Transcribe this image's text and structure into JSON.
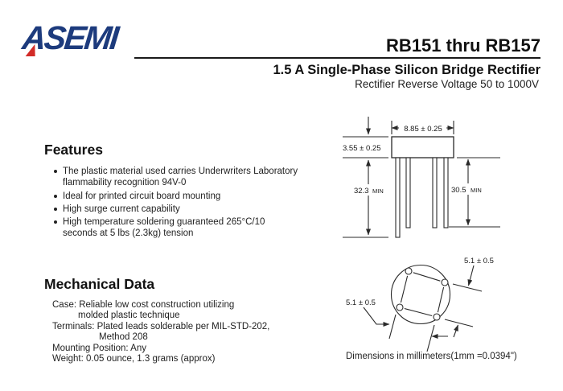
{
  "brand": {
    "logo_text": "ASEMI"
  },
  "header": {
    "part_range": "RB151 thru RB157",
    "title": "1.5 A Single-Phase Silicon Bridge Rectifier",
    "subtitle": "Rectifier Reverse Voltage 50 to 1000V"
  },
  "features": {
    "heading": "Features",
    "items": [
      {
        "lines": [
          "The plastic material used carries Underwriters Laboratory",
          "flammability recognition 94V-0"
        ]
      },
      {
        "lines": [
          "Ideal for printed circuit  board mounting"
        ]
      },
      {
        "lines": [
          "High surge current capability"
        ]
      },
      {
        "lines": [
          "High temperature soldering guaranteed 265°C/10",
          "seconds at 5 lbs (2.3kg) tension"
        ]
      }
    ]
  },
  "mechanical_data": {
    "heading": "Mechanical Data",
    "lines": [
      "Case: Reliable low cost construction utilizing",
      "molded plastic technique",
      "Terminals: Plated leads solderable per MIL-STD-202,",
      "Method 208",
      "Mounting Position: Any",
      "Weight: 0.05 ounce, 1.3 grams (approx)"
    ]
  },
  "front_view": {
    "body_width": "8.85 ± 0.25",
    "body_height": "3.55 ± 0.25",
    "lead_long": "32.3",
    "lead_long_unit": "MIN",
    "lead_short": "30.5",
    "lead_short_unit": "MIN"
  },
  "bottom_view": {
    "pin_spacing_right": "5.1 ± 0.5",
    "pin_spacing_left": "5.1 ± 0.5"
  },
  "footer_note": "Dimensions in millimeters(1mm =0.0394\")"
}
